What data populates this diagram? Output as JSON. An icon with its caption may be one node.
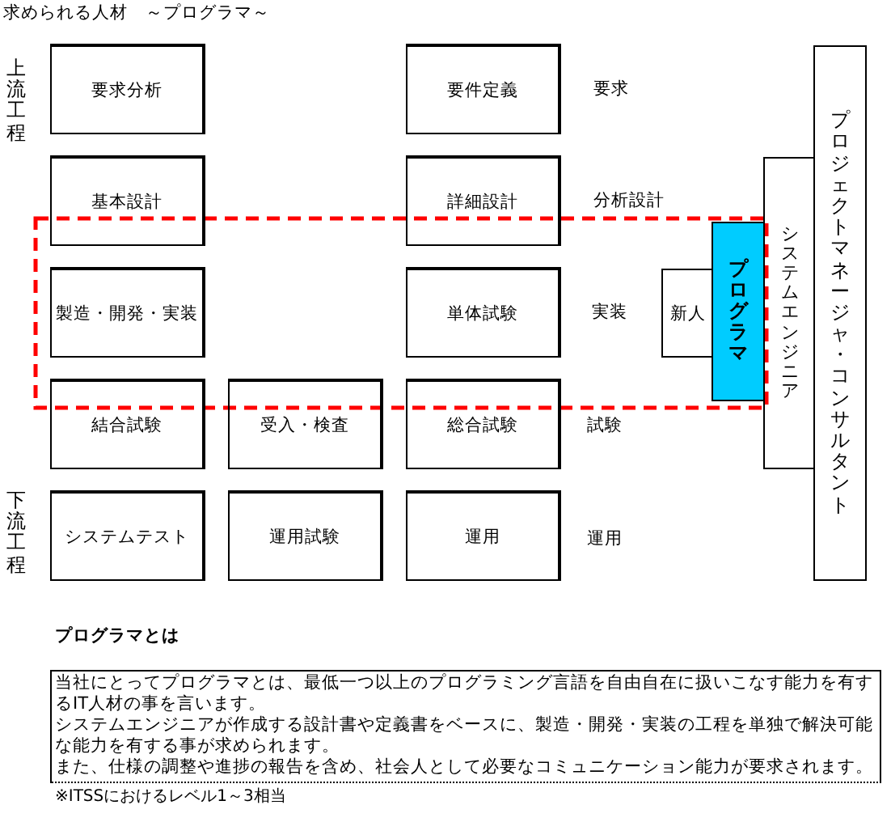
{
  "diagram": {
    "title": "求められる人材　～プログラマ～",
    "nodes": [
      {
        "text": [
          "要求分析"
        ]
      },
      {
        "text": [
          "要件定義"
        ]
      },
      {
        "text": [
          "基本設計"
        ]
      },
      {
        "text": [
          "詳細設計"
        ]
      },
      {
        "text": [
          "製造・開発・実装"
        ]
      },
      {
        "text": [
          "単体試験"
        ]
      },
      {
        "text": [
          "結合試験"
        ]
      },
      {
        "text": [
          "受入・検査"
        ]
      },
      {
        "text": [
          "総合試験"
        ]
      },
      {
        "text": [
          "システムテスト"
        ]
      },
      {
        "text": [
          "運用試験"
        ]
      },
      {
        "text": [
          "運用"
        ]
      },
      {
        "text": [
          "新人"
        ]
      },
      {
        "text": [
          "プログラマ"
        ]
      },
      {
        "text": [
          "システムエンジニア"
        ]
      },
      {
        "text": [
          "プロジェクトマネージャ・コンサルタント"
        ]
      },
      {
        "text": [
          "プログラマとは",
          "当社にとってプログラマとは、最低一つ以上のプログラミング言語を自由自在に扱いこなす能力を有するIT人材の事を言います。",
          "システムエンジニアが作成する設計書や定義書をベースに、製造・開発・実装の工程を単独で解決可能な能力を有する事が求められます。",
          "また、仕様の調整や進捗の報告を含め、社会人として必要なコミュニケーション能力が要求されます。"
        ],
        "beside": [
          "※ITSSにおけるレベル1～3相当"
        ]
      }
    ],
    "labels": [
      "上流工程",
      "要求",
      "分析設計",
      "実装",
      "試験",
      "下流工程",
      "運用"
    ]
  }
}
